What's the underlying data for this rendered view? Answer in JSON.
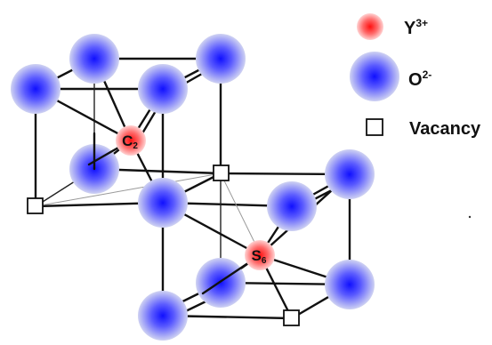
{
  "legend": {
    "items": [
      {
        "label": "Y",
        "superscript": "3+",
        "marker": "red-sphere-icon"
      },
      {
        "label": "O",
        "superscript": "2-",
        "marker": "blue-sphere-icon"
      },
      {
        "label": "Vacancy",
        "superscript": "",
        "marker": "open-square-icon"
      }
    ]
  },
  "sites": [
    {
      "name": "c2-site",
      "main": "C",
      "sub": "2"
    },
    {
      "name": "s6-site",
      "main": "S",
      "sub": "6"
    }
  ],
  "colors": {
    "cation": "#ff2a2a",
    "anion": "#2a2aff",
    "bond": "#111111"
  }
}
